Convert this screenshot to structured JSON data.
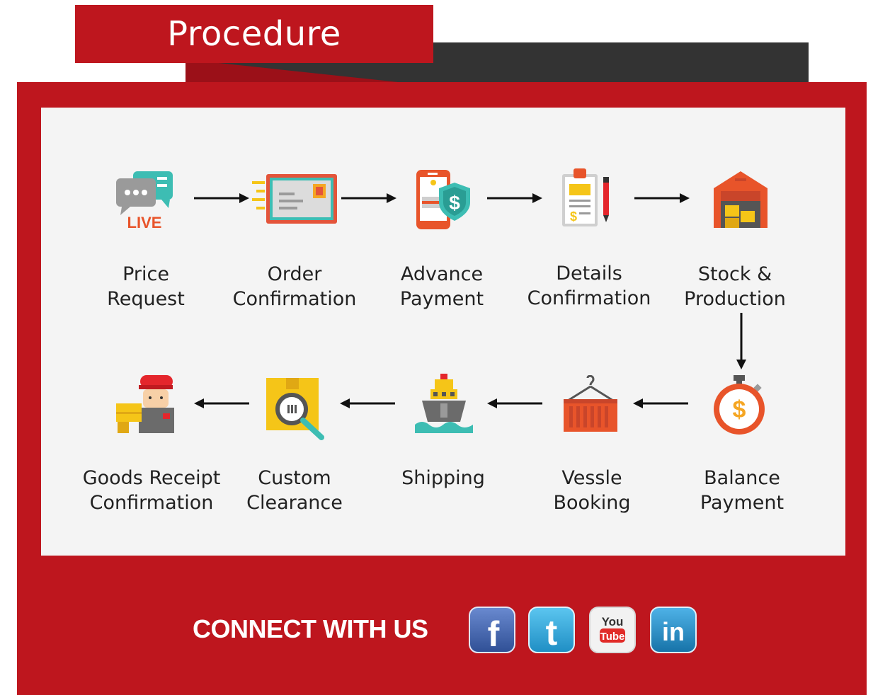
{
  "header": {
    "title": "Procedure"
  },
  "steps": [
    {
      "id": "price-request",
      "label_lines": [
        "Price",
        "Request"
      ],
      "icon": "live-chat-icon"
    },
    {
      "id": "order-confirmation",
      "label_lines": [
        "Order",
        "Confirmation"
      ],
      "icon": "envelope-icon"
    },
    {
      "id": "advance-payment",
      "label_lines": [
        "Advance",
        "Payment"
      ],
      "icon": "mobile-payment-icon"
    },
    {
      "id": "details-confirmation",
      "label_lines": [
        "Details",
        "Confirmation"
      ],
      "icon": "document-clipboard-icon"
    },
    {
      "id": "stock-production",
      "label_lines": [
        "Stock &",
        "Production"
      ],
      "icon": "warehouse-icon"
    },
    {
      "id": "balance-payment",
      "label_lines": [
        "Balance",
        "Payment"
      ],
      "icon": "stopwatch-dollar-icon"
    },
    {
      "id": "vessle-booking",
      "label_lines": [
        "Vessle",
        "Booking"
      ],
      "icon": "container-icon"
    },
    {
      "id": "shipping",
      "label_lines": [
        "Shipping"
      ],
      "icon": "ship-icon"
    },
    {
      "id": "custom-clearance",
      "label_lines": [
        "Custom",
        "Clearance"
      ],
      "icon": "inspect-box-icon"
    },
    {
      "id": "goods-receipt-confirmation",
      "label_lines": [
        "Goods Receipt",
        "Confirmation"
      ],
      "icon": "courier-icon"
    }
  ],
  "footer": {
    "connect_text": "CONNECT WITH US",
    "social": [
      {
        "name": "facebook",
        "glyph": "f",
        "color": "#3b5998",
        "icon": "facebook-icon"
      },
      {
        "name": "twitter",
        "glyph": "t",
        "color": "#2aa3dc",
        "icon": "twitter-icon"
      },
      {
        "name": "youtube",
        "glyph_top": "You",
        "glyph_bottom": "Tube",
        "color": "#e12b28",
        "icon": "youtube-icon"
      },
      {
        "name": "linkedin",
        "glyph": "in",
        "color": "#1f86c0",
        "icon": "linkedin-icon"
      }
    ]
  },
  "colors": {
    "brand_red": "#be161e",
    "dark_bar": "#333333",
    "panel": "#f4f4f4"
  }
}
